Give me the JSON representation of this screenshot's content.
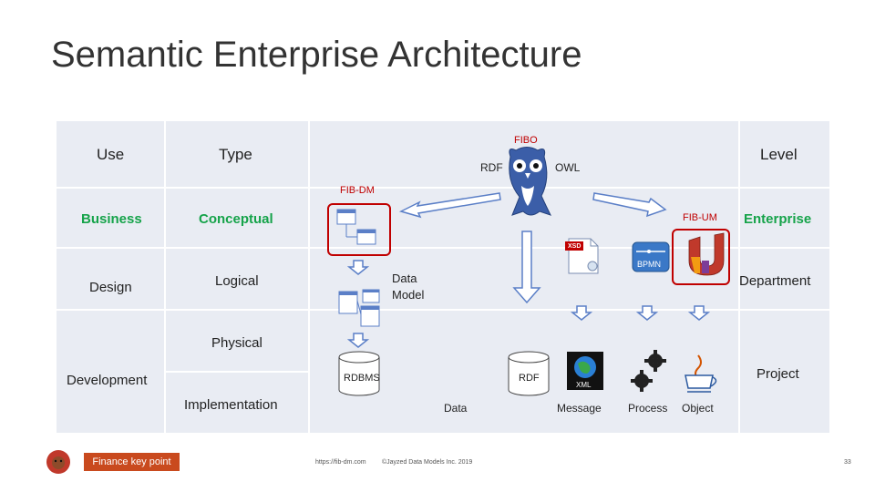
{
  "slide": {
    "title": "Semantic Enterprise Architecture",
    "page_number": "33"
  },
  "headers": {
    "use": "Use",
    "type": "Type",
    "level": "Level"
  },
  "rows": {
    "use": [
      "Business",
      "Design",
      "Development"
    ],
    "type": [
      "Conceptual",
      "Logical",
      "Physical",
      "Implementation"
    ],
    "level": [
      "Enterprise",
      "Department",
      "Project"
    ]
  },
  "diagram": {
    "fibo": "FIBO",
    "rdf": "RDF",
    "owl": "OWL",
    "fib_dm": "FIB-DM",
    "fib_um": "FIB-UM",
    "data_model": "Data\nModel",
    "rdbms": "RDBMS",
    "rdf_db": "RDF",
    "xsd": "XSD",
    "bpmn": "BPMN",
    "xml": "XML",
    "data": "Data",
    "message": "Message",
    "process": "Process",
    "object": "Object"
  },
  "footer": {
    "badge": "Finance key point",
    "url": "https://fib-dm.com",
    "copyright": "©Jayzed Data Models Inc. 2019"
  },
  "colors": {
    "panel": "#e9ecf3",
    "green": "#16a34a",
    "red": "#c00000",
    "badge": "#c94a1e"
  }
}
